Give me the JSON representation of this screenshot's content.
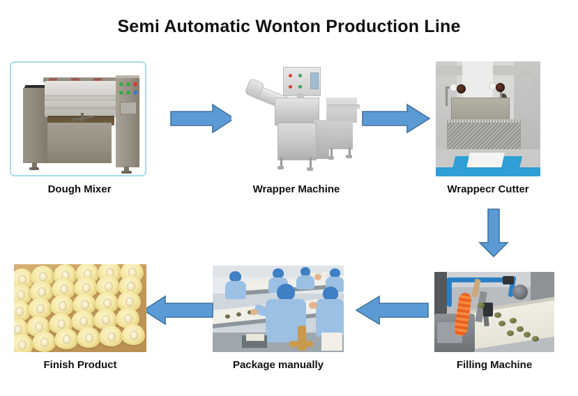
{
  "page": {
    "title": "Semi Automatic Wonton Production Line",
    "background_color": "#ffffff",
    "title_color": "#111111"
  },
  "theme": {
    "arrow_fill": "#5b9bd5",
    "arrow_stroke": "#41719c",
    "panel_border": "#a8dcef",
    "label_color": "#111111"
  },
  "flow": {
    "steps": [
      {
        "id": "dough-mixer",
        "order": 1,
        "label": "Dough Mixer",
        "image_alt": "dough-mixer-photo",
        "bordered": true
      },
      {
        "id": "wrapper-machine",
        "order": 2,
        "label": "Wrapper Machine",
        "image_alt": "wrapper-machine-photo",
        "bordered": false
      },
      {
        "id": "wrapper-cutter",
        "order": 3,
        "label": "Wrappecr Cutter",
        "image_alt": "wrapper-cutter-photo",
        "bordered": false
      },
      {
        "id": "filling-machine",
        "order": 4,
        "label": "Filling Machine",
        "image_alt": "filling-machine-photo",
        "bordered": false
      },
      {
        "id": "package-manually",
        "order": 5,
        "label": "Package manually",
        "image_alt": "package-manually-photo",
        "bordered": false
      },
      {
        "id": "finish-product",
        "order": 6,
        "label": "Finish Product",
        "image_alt": "finish-product-photo",
        "bordered": false
      }
    ],
    "arrows": [
      {
        "id": "arrow-1",
        "from": "dough-mixer",
        "to": "wrapper-machine",
        "direction": "right"
      },
      {
        "id": "arrow-2",
        "from": "wrapper-machine",
        "to": "wrapper-cutter",
        "direction": "right"
      },
      {
        "id": "arrow-3",
        "from": "wrapper-cutter",
        "to": "filling-machine",
        "direction": "down"
      },
      {
        "id": "arrow-4",
        "from": "filling-machine",
        "to": "package-manually",
        "direction": "left"
      },
      {
        "id": "arrow-5",
        "from": "package-manually",
        "to": "finish-product",
        "direction": "left"
      }
    ]
  }
}
